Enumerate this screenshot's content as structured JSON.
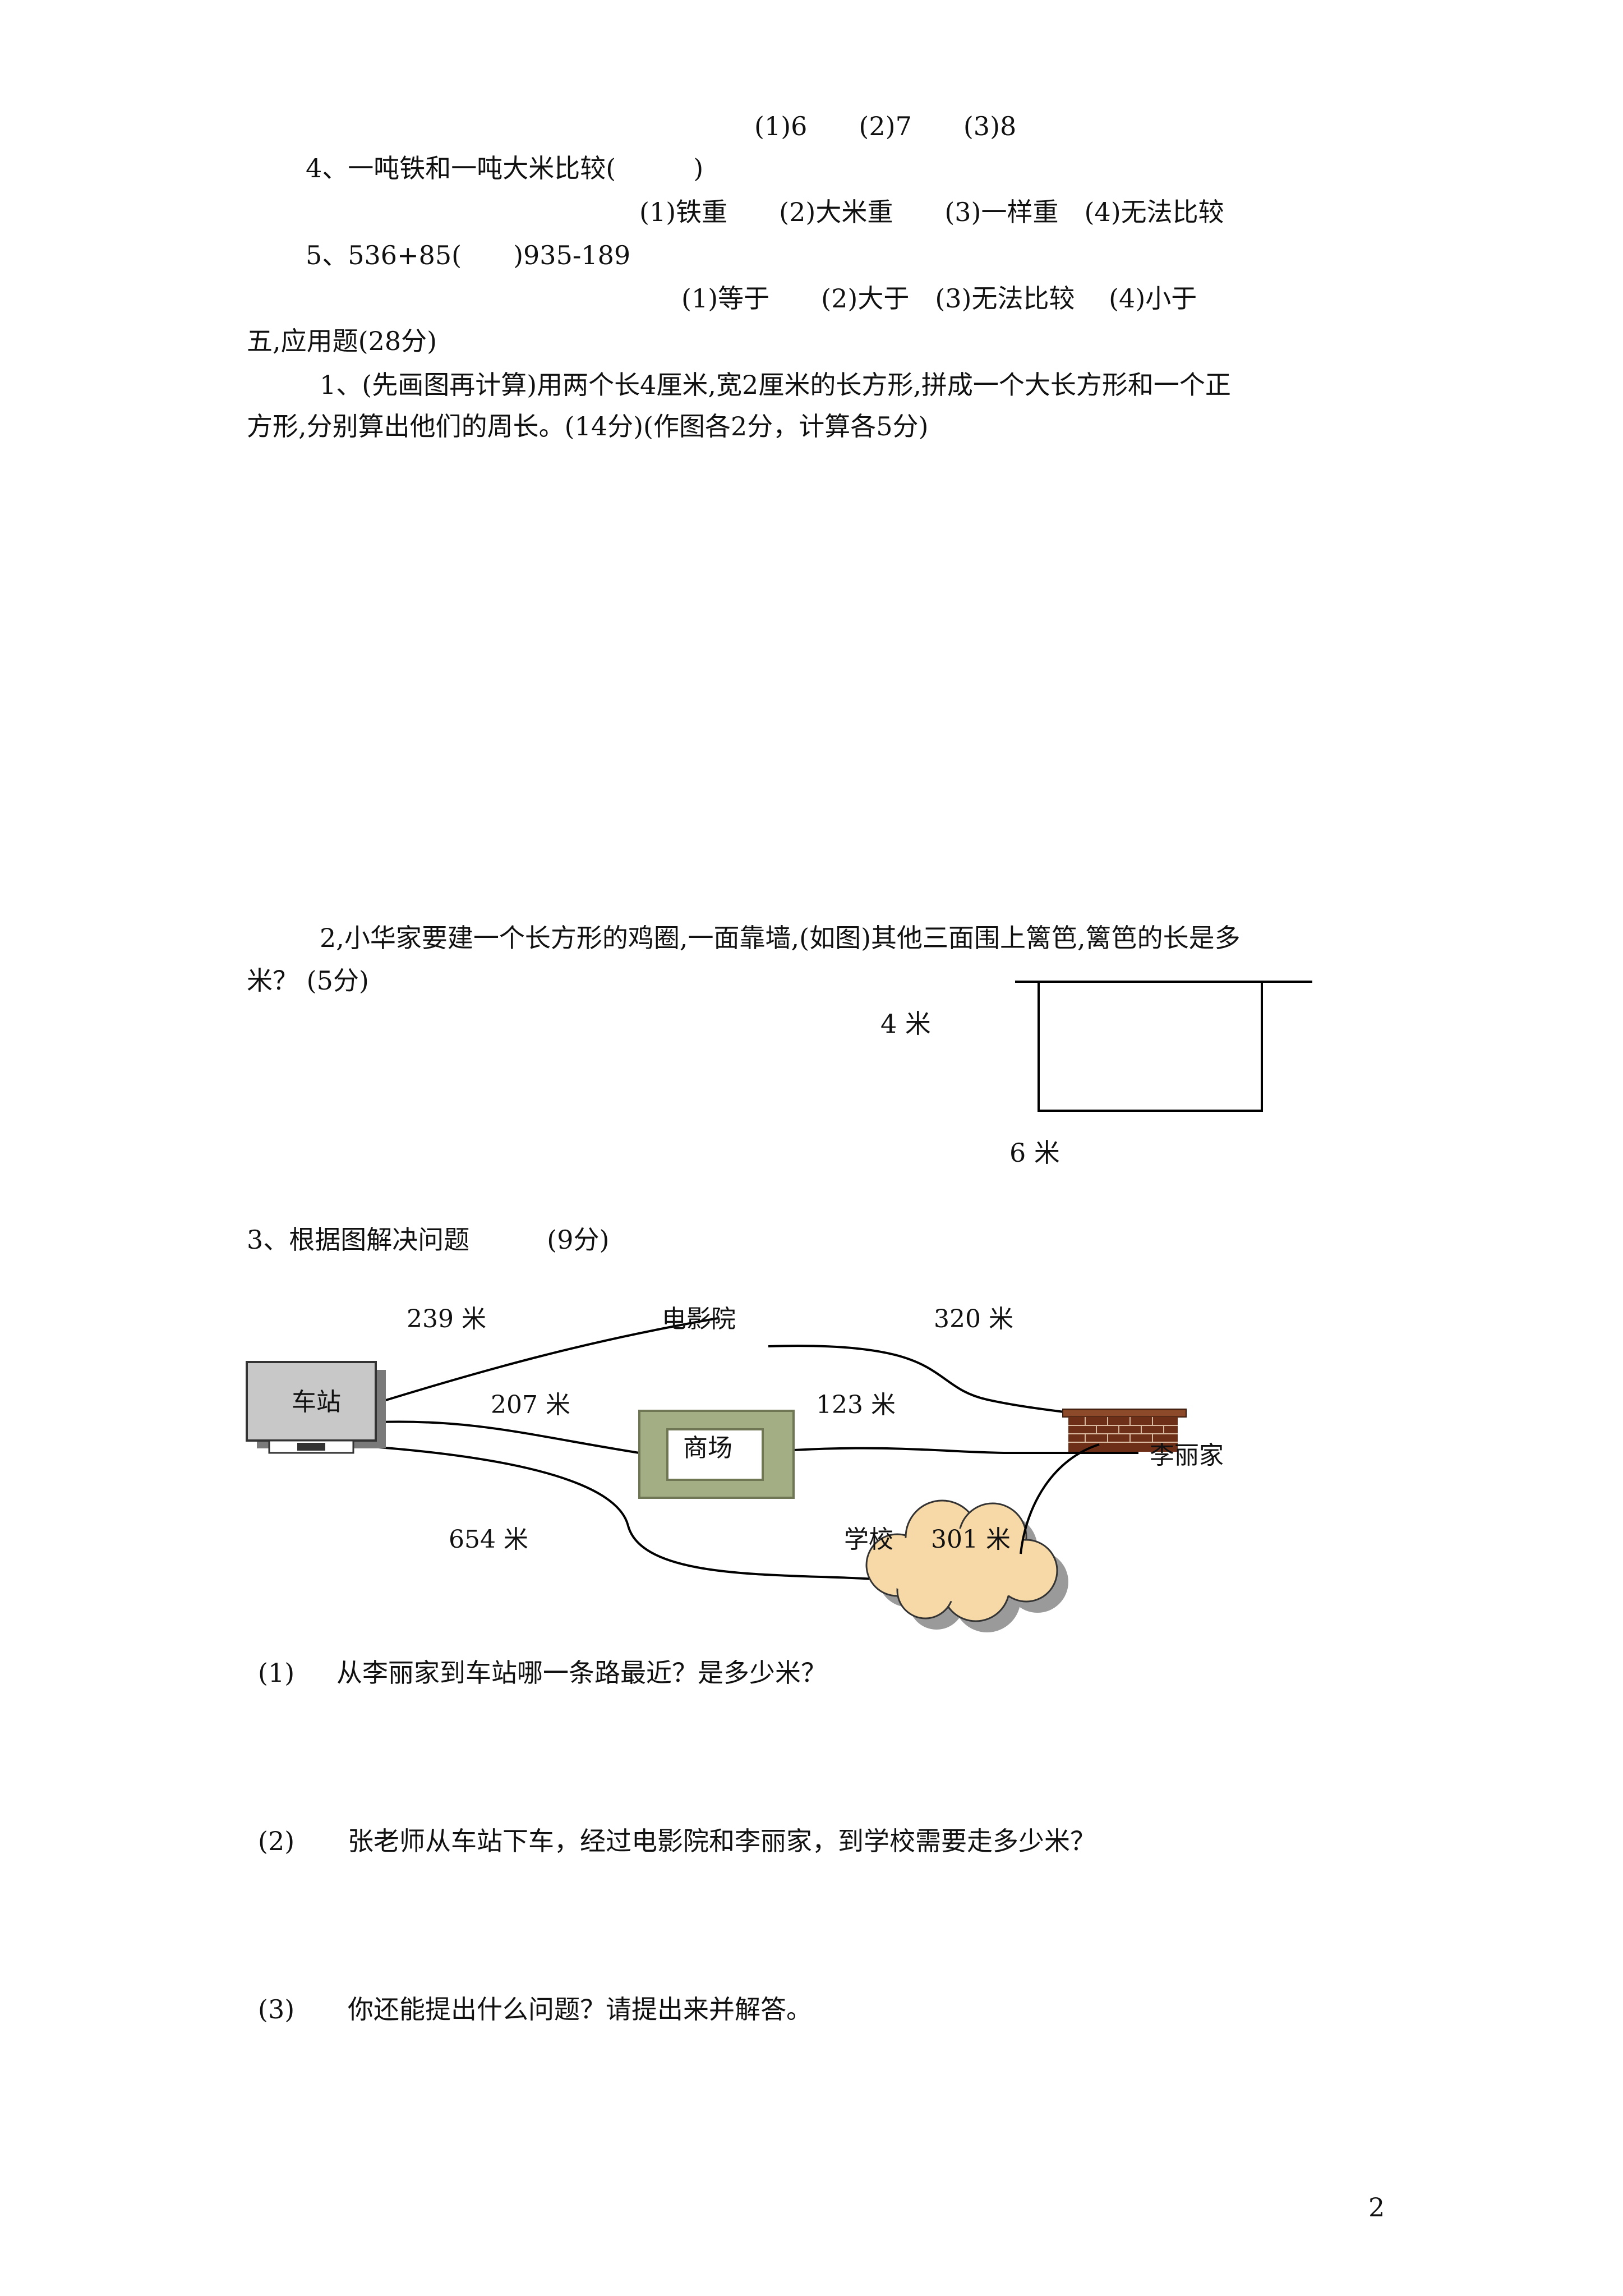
{
  "q3_options": "(1)6　　(2)7　　(3)8",
  "q4": {
    "text": "4、一吨铁和一吨大米比较(　　　)",
    "options": "(1)铁重　　(2)大米重　　(3)一样重　(4)无法比较"
  },
  "q5": {
    "text": "5、536+85(　　)935-189",
    "options": "(1)等于　　(2)大于　(3)无法比较　 (4)小于"
  },
  "section5_title": "五,应用题(28分)",
  "app1": {
    "line1": "1、(先画图再计算)用两个长4厘米,宽2厘米的长方形,拼成一个大长方形和一个正",
    "line2": "方形,分别算出他们的周长。(14分)(作图各2分，计算各5分)"
  },
  "app2": {
    "line1": "2,小华家要建一个长方形的鸡圈,一面靠墙,(如图)其他三面围上篱笆,篱笆的长是多",
    "line2": "米？ (5分)",
    "label_side": "4 米",
    "label_bottom": "6 米"
  },
  "app3": {
    "title": "3、根据图解决问题　　　(9分)",
    "map": {
      "station": "车站",
      "cinema": "电影院",
      "mall": "商场",
      "school": "学校",
      "home": "李丽家",
      "d_station_cinema": "239 米",
      "d_cinema_home": "320 米",
      "d_station_mall": "207 米",
      "d_mall_home": "123 米",
      "d_station_school": "654 米",
      "d_school_home": "301 米"
    },
    "sub_questions": [
      {
        "num": "(1)",
        "text": "从李丽家到车站哪一条路最近？是多少米？"
      },
      {
        "num": "(2)",
        "text": "张老师从车站下车，经过电影院和李丽家，到学校需要走多少米？"
      },
      {
        "num": "(3)",
        "text": "你还能提出什么问题？请提出来并解答。"
      }
    ]
  },
  "page_number": "2",
  "colors": {
    "station_fill": "#c8c8c8",
    "mall_fill": "#a4ae85",
    "home_roof": "#8c4a2a",
    "cloud_fill": "#f7d9a7"
  }
}
